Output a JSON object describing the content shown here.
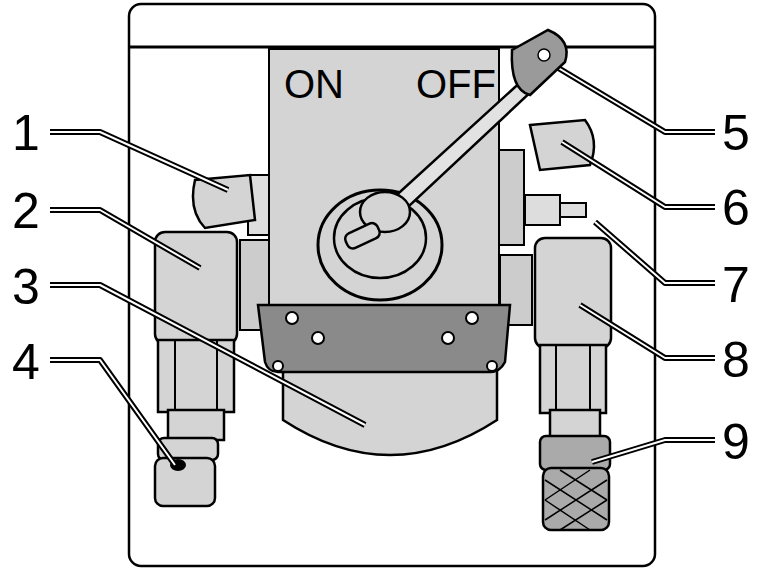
{
  "diagram": {
    "nodes": [
      {
        "text": [
          "ON",
          "OFF"
        ]
      }
    ],
    "labels": [
      "1",
      "2",
      "3",
      "4",
      "5",
      "6",
      "7",
      "8",
      "9"
    ]
  }
}
